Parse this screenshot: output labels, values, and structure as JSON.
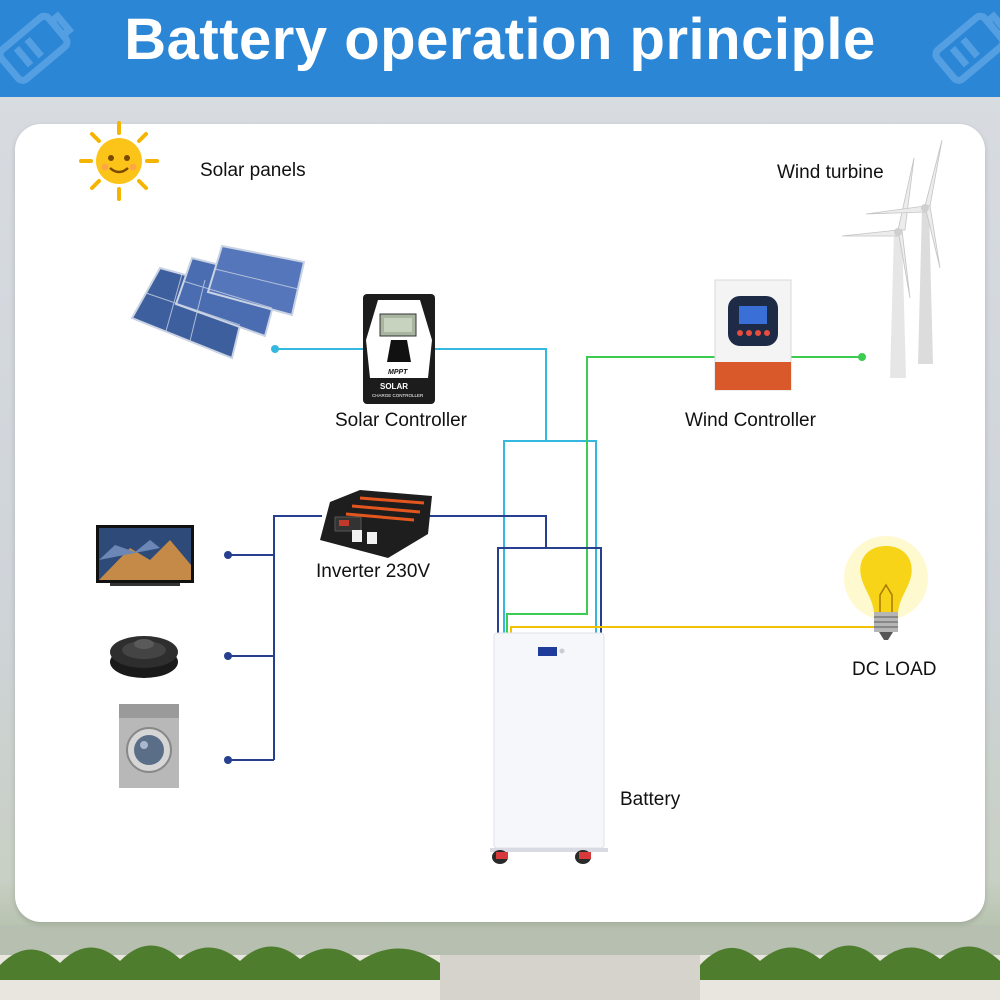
{
  "header": {
    "title": "Battery operation principle"
  },
  "labels": {
    "solar_panels": "Solar panels",
    "wind_turbine": "Wind turbine",
    "solar_controller": "Solar Controller",
    "wind_controller": "Wind Controller",
    "inverter": "Inverter 230V",
    "dc_load": "DC LOAD",
    "battery": "Battery"
  },
  "device_text": {
    "mppt": "MPPT",
    "solar_brand": "SOLAR",
    "solar_sub": "CHARGE CONTROLLER"
  },
  "colors": {
    "banner": "#2b86d6",
    "solar_line": "#35b8e0",
    "wind_line": "#3dcc52",
    "ac_line": "#26408f",
    "dc_line": "#f2c200"
  }
}
